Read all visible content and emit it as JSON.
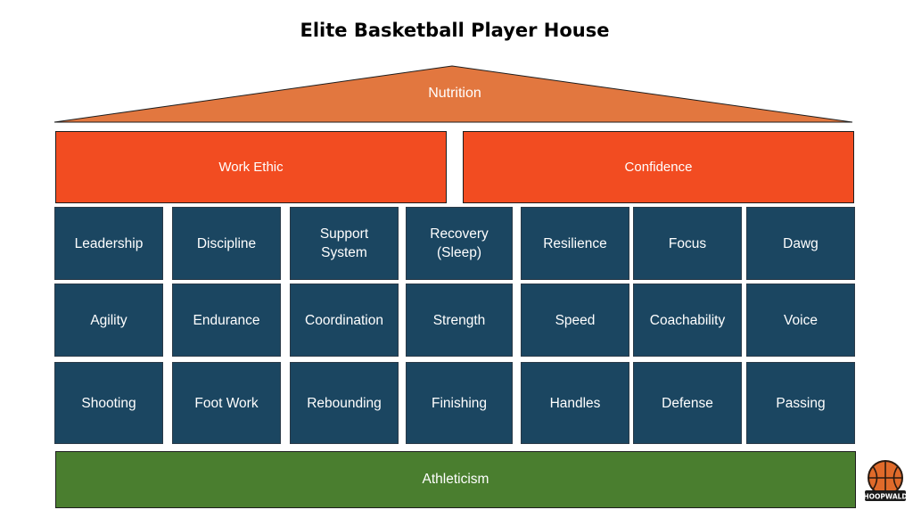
{
  "title": "Elite Basketball Player House",
  "roof": {
    "label": "Nutrition"
  },
  "pillars": [
    {
      "label": "Work Ethic"
    },
    {
      "label": "Confidence"
    }
  ],
  "grid": [
    [
      "Leadership",
      "Discipline",
      "Support\nSystem",
      "Recovery\n(Sleep)",
      "Resilience",
      "Focus",
      "Dawg"
    ],
    [
      "Agility",
      "Endurance",
      "Coordination",
      "Strength",
      "Speed",
      "Coachability",
      "Voice"
    ],
    [
      "Shooting",
      "Foot Work",
      "Rebounding",
      "Finishing",
      "Handles",
      "Defense",
      "Passing"
    ]
  ],
  "foundation": {
    "label": "Athleticism"
  },
  "logo": {
    "text": "HOOPWALD",
    "icon": "basketball-icon"
  },
  "colors": {
    "roof": "#e2773f",
    "pillar": "#f24c21",
    "cell": "#1b4661",
    "foundation": "#4a7e2f",
    "text_light": "#ffffff"
  }
}
